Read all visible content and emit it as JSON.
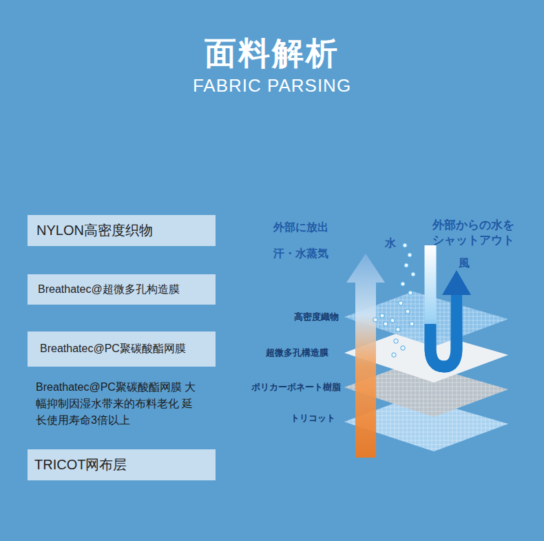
{
  "diagram": {
    "title": "面料解析",
    "nodes": [
      {
        "text": [
          "NYLON高密度织物"
        ]
      },
      {
        "text": [
          "Breathatec@超微多孔构造膜"
        ]
      },
      {
        "text": [
          "Breathatec@PC聚碳酸酯网膜"
        ]
      },
      {
        "text": [
          "TRICOT网布层"
        ]
      }
    ],
    "labels": [
      "FABRIC PARSING",
      "Breathatec@PC聚碳酸酯网膜 大幅抑制因湿水带来的布料老化 延长使用寿命3倍以上",
      "外部に放出",
      "汗・水蒸気",
      "水",
      "外部からの水を シャットアウト",
      "風",
      "高密度織物",
      "超微多孔構造膜",
      "ポリカーボネート樹脂",
      "トリコット"
    ]
  }
}
